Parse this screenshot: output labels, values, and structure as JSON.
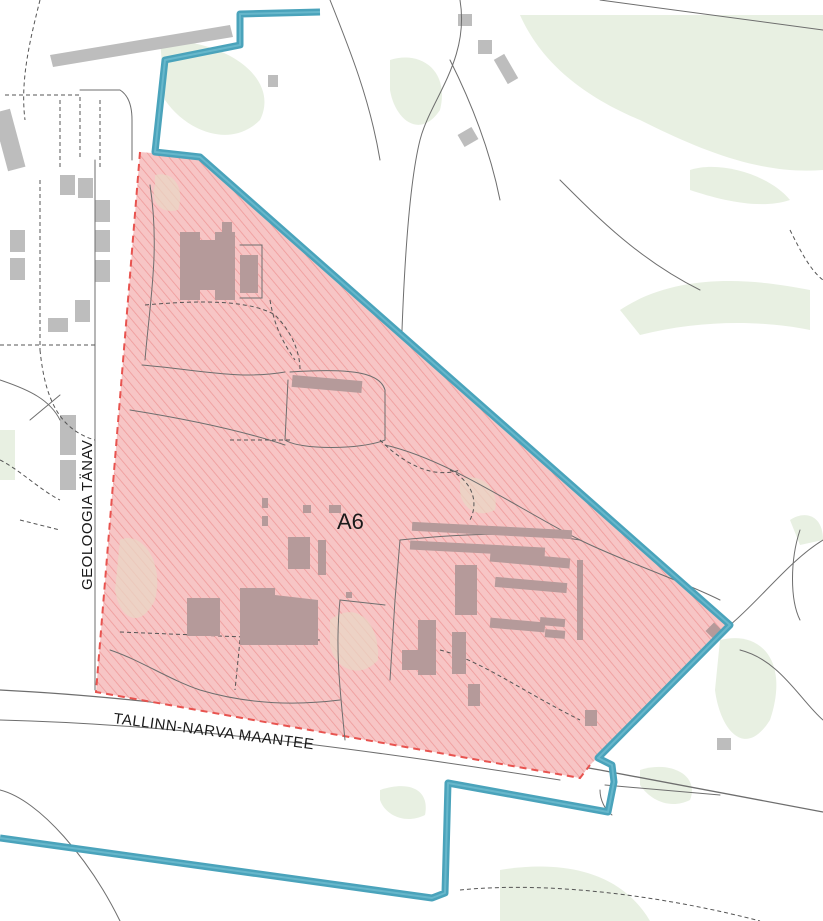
{
  "map": {
    "zone_label": "A6",
    "streets": {
      "west": "GEOLOOGIA TÄNAV",
      "south": "TALLINN-NARVA MAANTEE"
    },
    "colors": {
      "zone_fill": "#f7c5c5",
      "zone_hatch": "#ef9a9a",
      "zone_edge": "#e8534f",
      "boundary": "#4aa3bb",
      "building": "#bdbdbd",
      "green": "#e8f0e2",
      "road": "#6e6e6e",
      "path": "#555555"
    }
  }
}
